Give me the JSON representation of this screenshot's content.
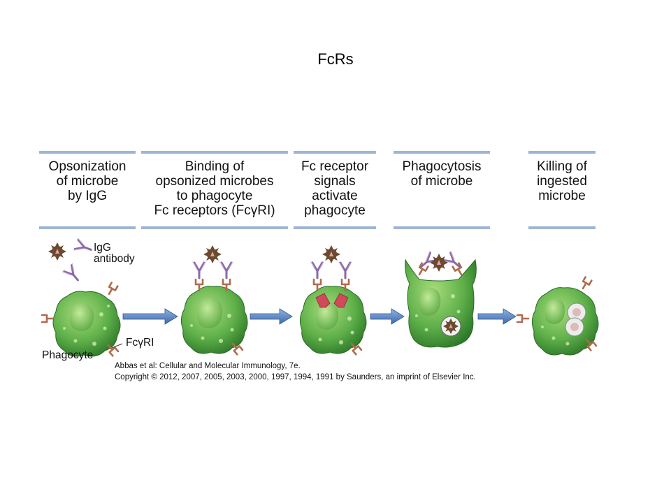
{
  "title": "FcRs",
  "steps": [
    {
      "label": "Opsonization\nof microbe\nby IgG"
    },
    {
      "label": "Binding of\nopsonized microbes\nto phagocyte\nFc receptors (FcγRI)"
    },
    {
      "label": "Fc receptor\nsignals\nactivate\nphagocyte"
    },
    {
      "label": "Phagocytosis\nof microbe"
    },
    {
      "label": "Killing of\ningested\nmicrobe"
    }
  ],
  "labels": {
    "igg_antibody": "IgG\nantibody",
    "fc_receptor": "FcγRI",
    "phagocyte": "Phagocyte"
  },
  "credits": {
    "line1": "Abbas et al: Cellular and Molecular Immunology, 7e.",
    "line2": "Copyright © 2012, 2007, 2005, 2003, 2000, 1997, 1994, 1991 by Saunders, an imprint of Elsevier Inc."
  },
  "colors": {
    "header_border": "#9db5d6",
    "cell_green": "#5fb04a",
    "arrow_blue": "#5b86c2",
    "receptor": "#b06a4a",
    "antibody": "#8a6aa6",
    "signal_red": "#d04a5a"
  },
  "icons": [
    "microbe-icon",
    "antibody-icon",
    "fc-receptor-icon",
    "arrow-right-icon"
  ]
}
